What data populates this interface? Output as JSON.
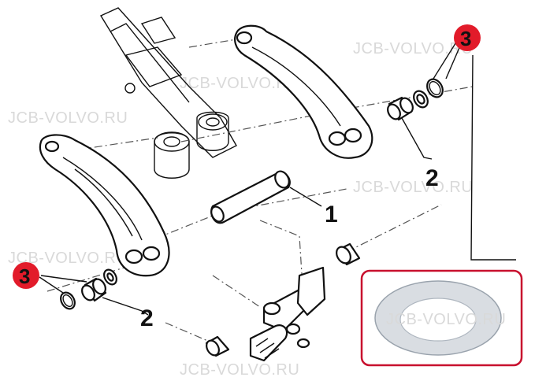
{
  "watermark": "JCB-VOLVO.RU",
  "callouts": {
    "pin": "1",
    "bushing_right": "2",
    "bushing_left": "2",
    "washer_right": "3",
    "washer_left": "3"
  },
  "colors": {
    "badge": "#e21b2a",
    "highlight_frame": "#c8102e",
    "washer_fill": "#d9dde2"
  }
}
